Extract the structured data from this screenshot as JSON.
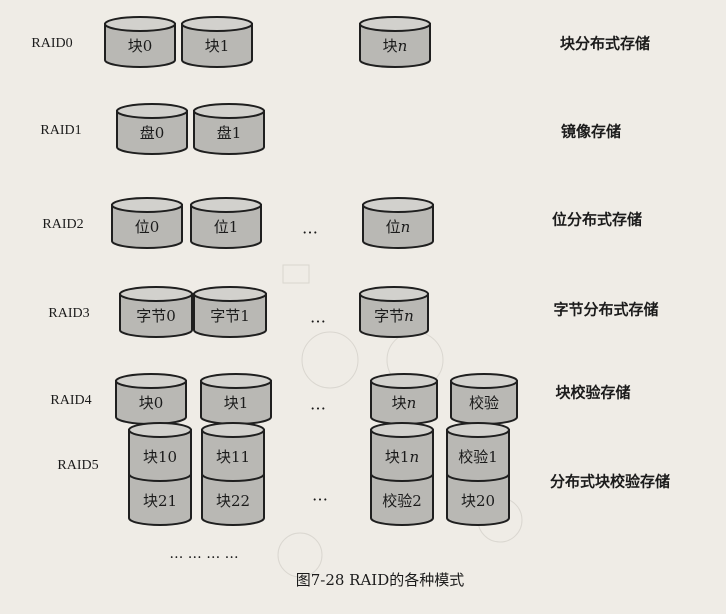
{
  "rows": [
    {
      "label": "RAID0",
      "description": "块分布式存储",
      "disks": [
        "块0",
        "块1",
        "块n"
      ],
      "ellipsis": ""
    },
    {
      "label": "RAID1",
      "description": "镜像存储",
      "disks": [
        "盘0",
        "盘1"
      ],
      "ellipsis": ""
    },
    {
      "label": "RAID2",
      "description": "位分布式存储",
      "disks": [
        "位0",
        "位1",
        "位n"
      ],
      "ellipsis": "…"
    },
    {
      "label": "RAID3",
      "description": "字节分布式存储",
      "disks": [
        "字节0",
        "字节1",
        "字节n"
      ],
      "ellipsis": "…"
    },
    {
      "label": "RAID4",
      "description": "块校验存储",
      "disks": [
        "块0",
        "块1",
        "块n",
        "校验"
      ],
      "ellipsis": "…"
    },
    {
      "label": "RAID5",
      "description": "分布式块校验存储",
      "stacks": [
        [
          "块10",
          "块21"
        ],
        [
          "块11",
          "块22"
        ],
        [
          "块1n",
          "校验2"
        ],
        [
          "校验1",
          "块20"
        ]
      ],
      "ellipsis": "…",
      "bottom_ellipsis": "… … … …"
    }
  ],
  "caption": "图7-28   RAID的各种模式",
  "colors": {
    "disk_fill": "#b9b8b4",
    "disk_top": "#d2d1cd",
    "stroke": "#1f1f1f",
    "paper": "#efece6"
  }
}
